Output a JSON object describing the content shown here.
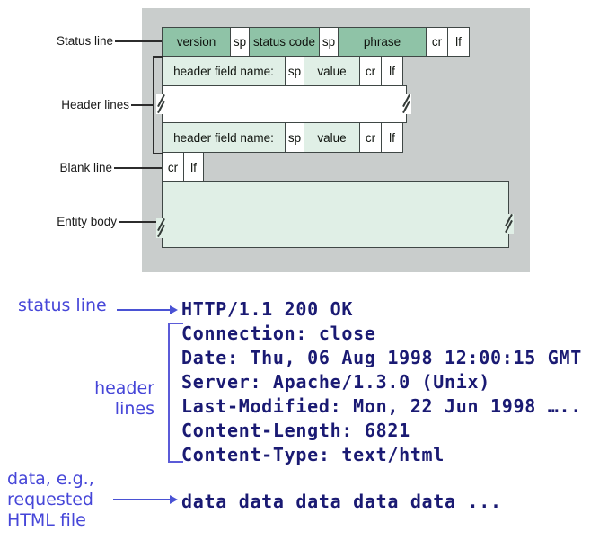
{
  "figure": {
    "labels": {
      "status": "Status line",
      "header": "Header lines",
      "blank": "Blank line",
      "entity": "Entity body"
    },
    "status_row": [
      "version",
      "sp",
      "status code",
      "sp",
      "phrase",
      "cr",
      "lf"
    ],
    "header_row": [
      "header field name:",
      "sp",
      "value",
      "cr",
      "lf"
    ],
    "blank_row": [
      "cr",
      "lf"
    ],
    "colors": {
      "panel_gray": "#c9cdcc",
      "field_green": "#8fc3a7",
      "pale_green": "#e0efe6",
      "box_border": "#3f4745"
    }
  },
  "annotations": {
    "status_label": "status line",
    "header_label": [
      "header",
      "lines"
    ],
    "data_label": [
      "data, e.g.,",
      "requested",
      "HTML file"
    ],
    "accent_blue": "#4646d8",
    "text_navy": "#1a1a73"
  },
  "http_message": {
    "status_line": "HTTP/1.1 200 OK",
    "header_lines": [
      "Connection: close",
      "Date: Thu, 06 Aug 1998 12:00:15 GMT",
      "Server: Apache/1.3.0 (Unix)",
      "Last-Modified: Mon, 22 Jun 1998 …..",
      "Content-Length: 6821",
      "Content-Type: text/html"
    ],
    "data_line": "data data data data data ..."
  }
}
